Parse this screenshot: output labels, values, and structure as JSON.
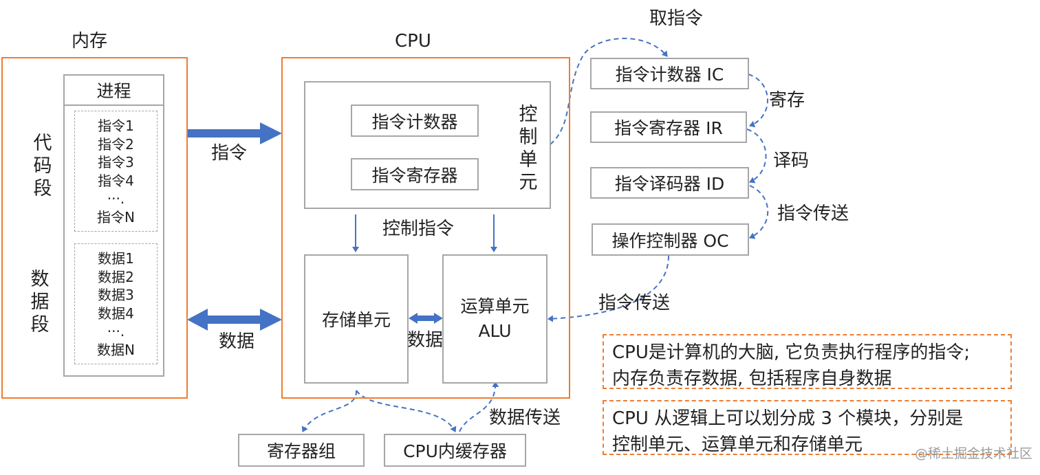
{
  "memory": {
    "title": "内存",
    "process_title": "进程",
    "code_segment_label": [
      "代",
      "码",
      "段"
    ],
    "data_segment_label": [
      "数",
      "据",
      "段"
    ],
    "instructions": [
      "指令1",
      "指令2",
      "指令3",
      "指令4",
      "···.",
      "指令N"
    ],
    "data_items": [
      "数据1",
      "数据2",
      "数据3",
      "数据4",
      "···.",
      "数据N"
    ]
  },
  "cpu": {
    "title": "CPU",
    "instruction_counter": "指令计数器",
    "instruction_register": "指令寄存器",
    "control_unit_label": [
      "控",
      "制",
      "单",
      "元"
    ],
    "control_instruction": "控制指令",
    "storage_unit": "存储单元",
    "alu_unit": [
      "运算单元",
      "ALU"
    ],
    "data_between": "数据"
  },
  "arrows": {
    "instruction": "指令",
    "data": "数据",
    "data_transfer": "数据传送"
  },
  "storage_sub": {
    "register_group": "寄存器组",
    "cpu_cache": "CPU内缓存器"
  },
  "pipeline": {
    "fetch": "取指令",
    "steps": [
      "指令计数器 IC",
      "指令寄存器 IR",
      "指令译码器 ID",
      "操作控制器 OC"
    ],
    "transitions": [
      "寄存",
      "译码",
      "指令传送"
    ],
    "to_alu": "指令传送"
  },
  "notes": [
    [
      "CPU是计算机的大脑, 它负责执行程序的指令;",
      "内存负责存数据, 包括程序自身数据"
    ],
    [
      "CPU 从逻辑上可以划分成 3 个模块，分别是",
      "控制单元、运算单元和存储单元"
    ]
  ],
  "watermark": "@稀土掘金技术社区",
  "colors": {
    "orange": "#ED7D31",
    "blue": "#4472C4",
    "gray": "#A6A6A6"
  }
}
